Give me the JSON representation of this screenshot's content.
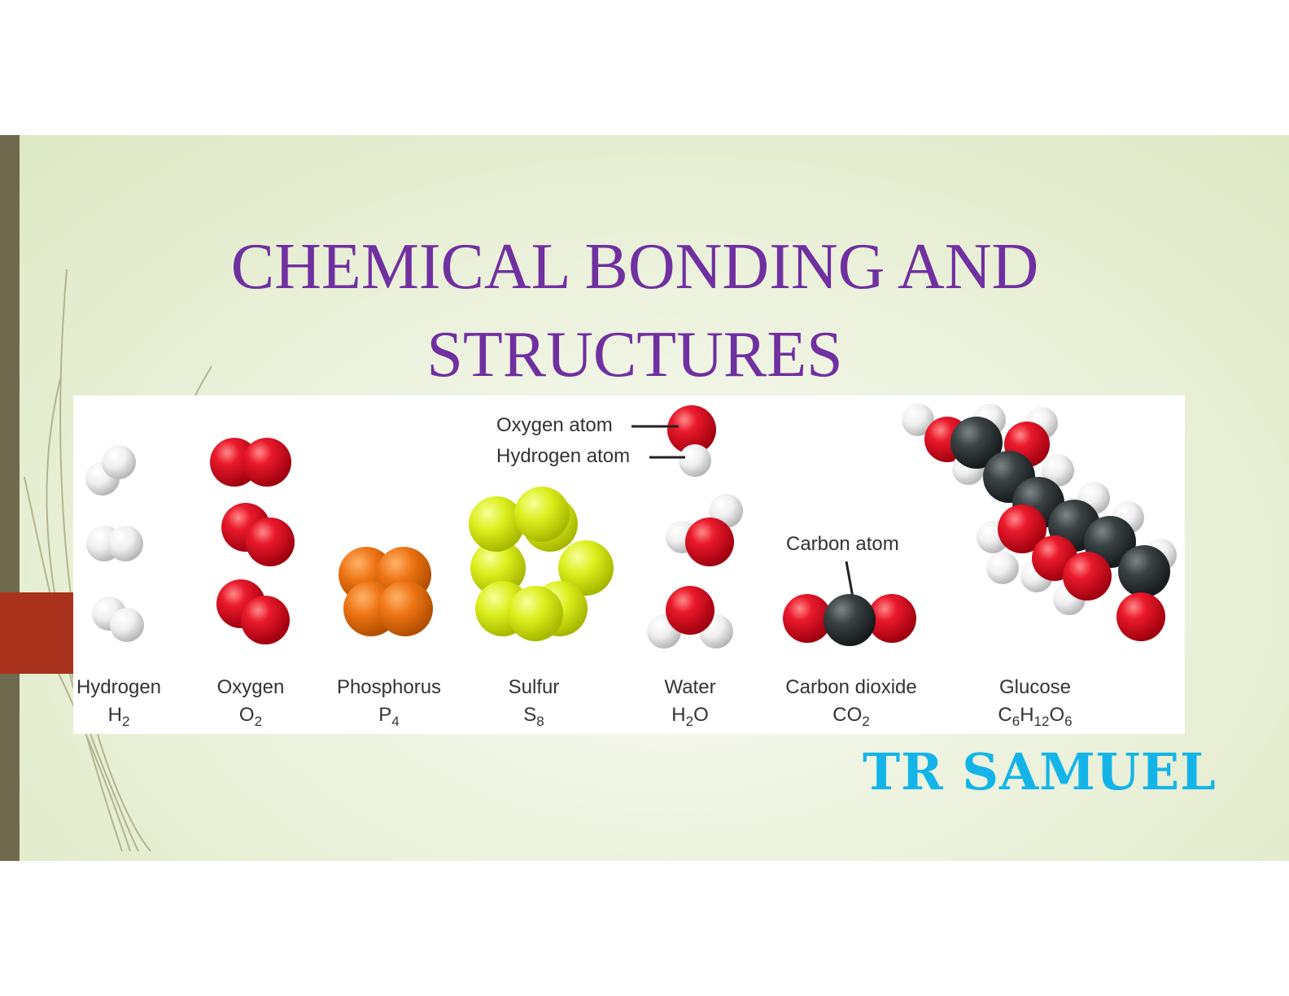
{
  "slide": {
    "title_line1": "CHEMICAL BONDING AND",
    "title_line2": "STRUCTURES",
    "author": "TR SAMUEL"
  },
  "figure": {
    "labels": {
      "oxygen_atom": "Oxygen atom",
      "hydrogen_atom": "Hydrogen atom",
      "carbon_atom": "Carbon atom"
    },
    "molecules": [
      {
        "name": "Hydrogen",
        "formula": "H",
        "sub": "2",
        "formula_tail": ""
      },
      {
        "name": "Oxygen",
        "formula": "O",
        "sub": "2",
        "formula_tail": ""
      },
      {
        "name": "Phosphorus",
        "formula": "P",
        "sub": "4",
        "formula_tail": ""
      },
      {
        "name": "Sulfur",
        "formula": "S",
        "sub": "8",
        "formula_tail": ""
      },
      {
        "name": "Water",
        "formula": "H",
        "sub": "2",
        "formula_tail": "O"
      },
      {
        "name": "Carbon dioxide",
        "formula": "CO",
        "sub": "2",
        "formula_tail": ""
      },
      {
        "name": "Glucose",
        "formula": "C",
        "sub": "6",
        "formula_tail": "H",
        "sub2": "12",
        "formula_tail2": "O",
        "sub3": "6"
      }
    ]
  },
  "colors": {
    "title": "#7030a0",
    "author": "#14b4e8",
    "oxygen": "#e0102a",
    "hydrogen": "#f2f2f2",
    "carbon": "#3a3f40",
    "phosphorus": "#ee7a16",
    "sulfur": "#d9ee1c"
  }
}
